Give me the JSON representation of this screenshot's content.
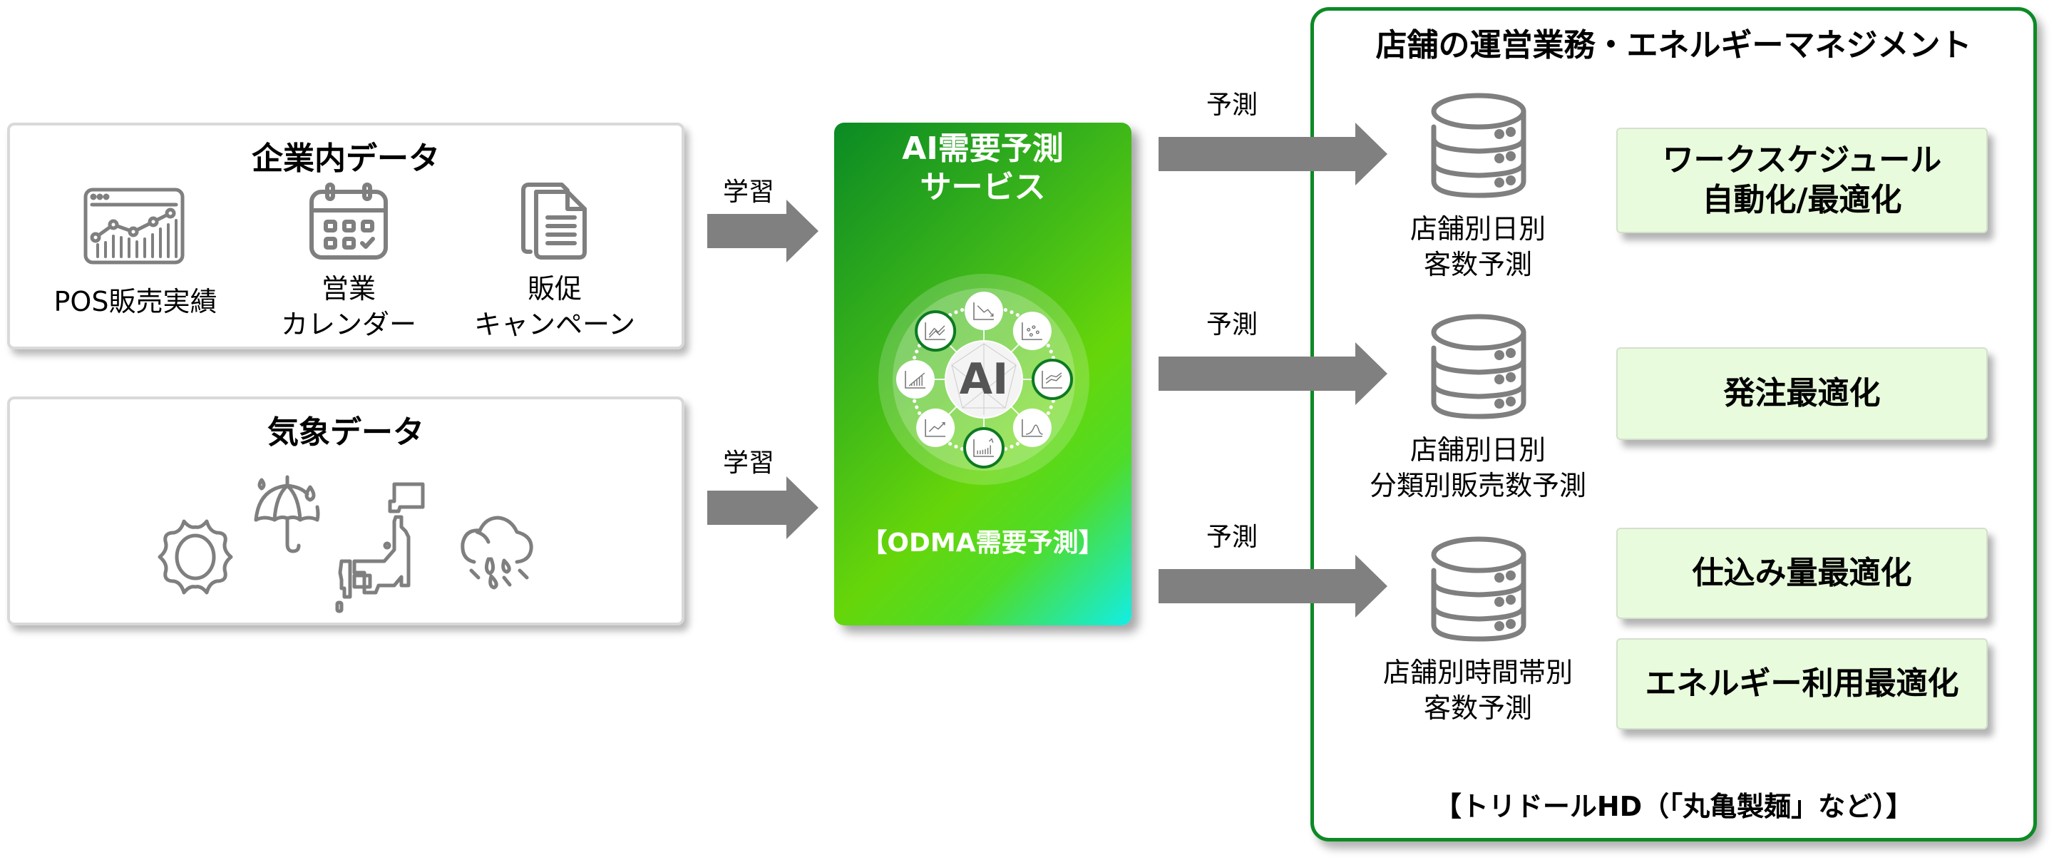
{
  "colors": {
    "icon_gray": "#7f7f7f",
    "arrow_gray": "#808080",
    "store_border_green": "#0d8a25",
    "ai_gradient_start": "#0a8a24",
    "ai_gradient_end": "#12eee6",
    "result_box_fill": "#e8fbdc"
  },
  "internal_data": {
    "title": "企業内データ",
    "items": [
      {
        "icon": "sales-chart-icon",
        "label_lines": [
          "POS販売実績"
        ]
      },
      {
        "icon": "calendar-icon",
        "label_lines": [
          "営業",
          "カレンダー"
        ]
      },
      {
        "icon": "document-icon",
        "label_lines": [
          "販促",
          "キャンペーン"
        ]
      }
    ]
  },
  "weather_data": {
    "title": "気象データ",
    "icons": [
      "sun-icon",
      "umbrella-rain-icon",
      "japan-map-icon",
      "rain-cloud-icon"
    ]
  },
  "learn_arrows": [
    {
      "label": "学習"
    },
    {
      "label": "学習"
    }
  ],
  "ai_service": {
    "title_lines": [
      "AI需要予測",
      "サービス"
    ],
    "hub_label": "AI",
    "hub_satellites": [
      "line-down-chart-icon",
      "scatter-chart-icon",
      "multi-line-chart-icon",
      "distribution-chart-icon",
      "growth-bar-chart-icon",
      "line-up-chart-icon",
      "bar-trend-chart-icon",
      "trend-arrows-chart-icon"
    ],
    "product_name": "【ODMA需要予測】"
  },
  "predict_arrows": [
    {
      "label": "予測"
    },
    {
      "label": "予測"
    },
    {
      "label": "予測"
    }
  ],
  "store_operations": {
    "title": "店舗の運営業務・エネルギーマネジメント",
    "forecasts": [
      {
        "icon": "database-icon",
        "label_lines": [
          "店舗別日別",
          "客数予測"
        ]
      },
      {
        "icon": "database-icon",
        "label_lines": [
          "店舗別日別",
          "分類別販売数予測"
        ]
      },
      {
        "icon": "database-icon",
        "label_lines": [
          "店舗別時間帯別",
          "客数予測"
        ]
      }
    ],
    "results": [
      {
        "label_lines": [
          "ワークスケジュール",
          "自動化/最適化"
        ]
      },
      {
        "label_lines": [
          "発注最適化"
        ]
      },
      {
        "label_lines": [
          "仕込み量最適化"
        ]
      },
      {
        "label_lines": [
          "エネルギー利用最適化"
        ]
      }
    ],
    "footer": "【トリドールHD（「丸亀製麺」など）】"
  }
}
